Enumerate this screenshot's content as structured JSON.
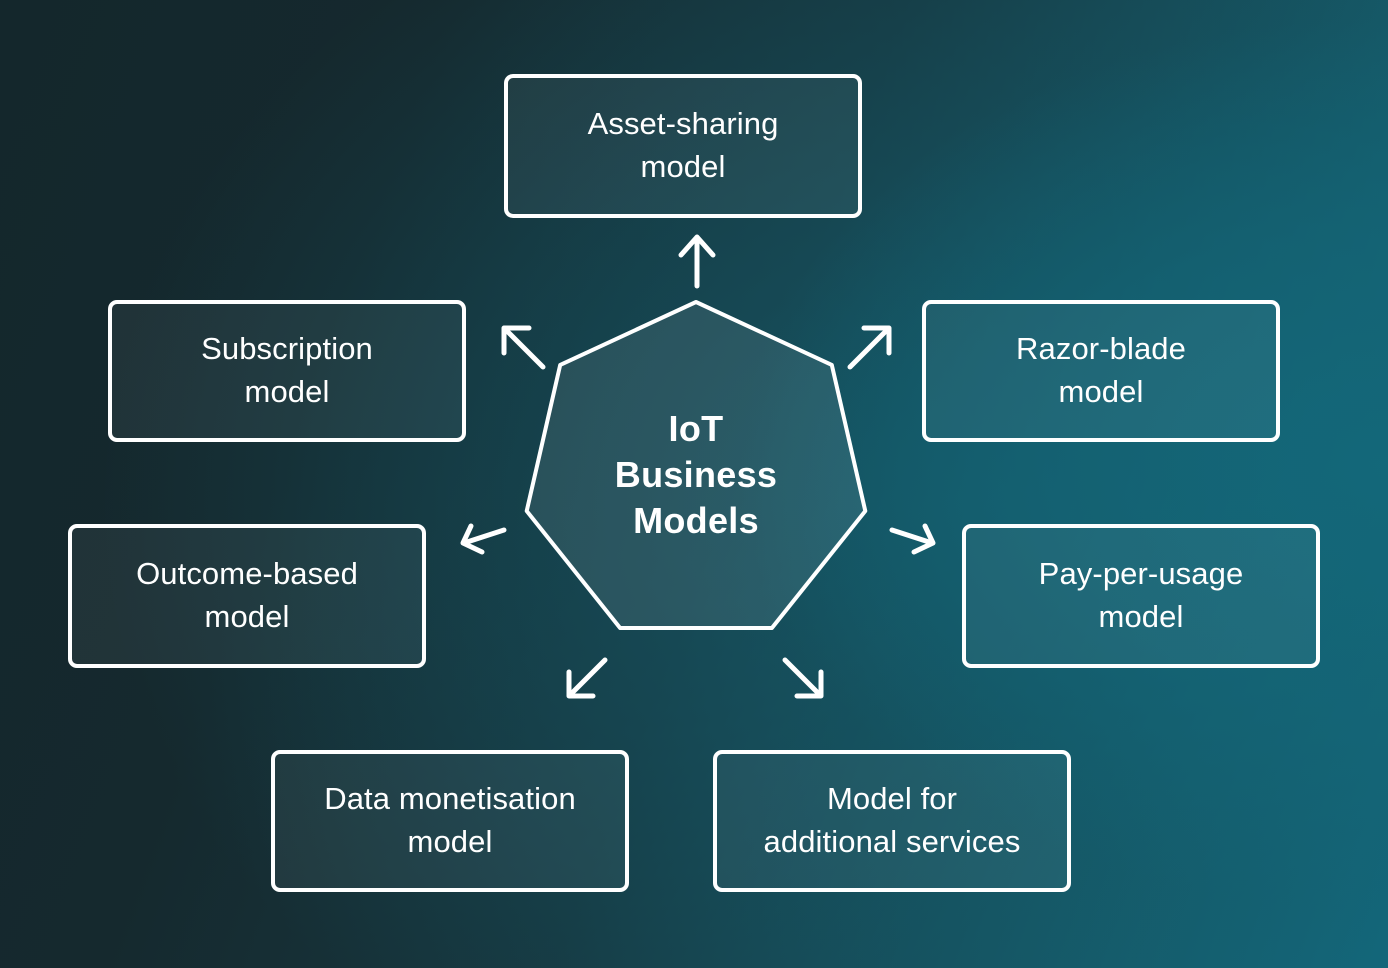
{
  "diagram": {
    "title": "IoT Business Models",
    "center": {
      "label": "IoT\nBusiness\nModels",
      "shape": "heptagon",
      "sides": 7,
      "fill": "rgba(255,255,255,0.08)",
      "stroke": "#ffffff"
    },
    "background": {
      "gradient_from": "#14272c",
      "gradient_to": "#13697d",
      "accent": "#155c6b"
    },
    "style": {
      "box_border_color": "#ffffff",
      "text_color": "#ffffff",
      "arrow_color": "#ffffff"
    },
    "nodes": [
      {
        "id": "asset-sharing",
        "label": "Asset-sharing\nmodel",
        "position": "top"
      },
      {
        "id": "razor-blade",
        "label": "Razor-blade\nmodel",
        "position": "upper-right"
      },
      {
        "id": "pay-per-usage",
        "label": "Pay-per-usage\nmodel",
        "position": "lower-right"
      },
      {
        "id": "additional-services",
        "label": "Model for\nadditional services",
        "position": "bottom-right"
      },
      {
        "id": "data-monetisation",
        "label": "Data monetisation\nmodel",
        "position": "bottom-left"
      },
      {
        "id": "outcome-based",
        "label": "Outcome-based\nmodel",
        "position": "lower-left"
      },
      {
        "id": "subscription",
        "label": "Subscription\nmodel",
        "position": "upper-left"
      }
    ],
    "arrows": [
      {
        "id": "arrow-top",
        "direction": "up",
        "target": "asset-sharing"
      },
      {
        "id": "arrow-upper-right",
        "direction": "up-right",
        "target": "razor-blade"
      },
      {
        "id": "arrow-right",
        "direction": "right",
        "target": "pay-per-usage"
      },
      {
        "id": "arrow-lower-right",
        "direction": "down-right",
        "target": "additional-services"
      },
      {
        "id": "arrow-lower-left",
        "direction": "down-left",
        "target": "data-monetisation"
      },
      {
        "id": "arrow-left",
        "direction": "left",
        "target": "outcome-based"
      },
      {
        "id": "arrow-upper-left",
        "direction": "up-left",
        "target": "subscription"
      }
    ]
  }
}
